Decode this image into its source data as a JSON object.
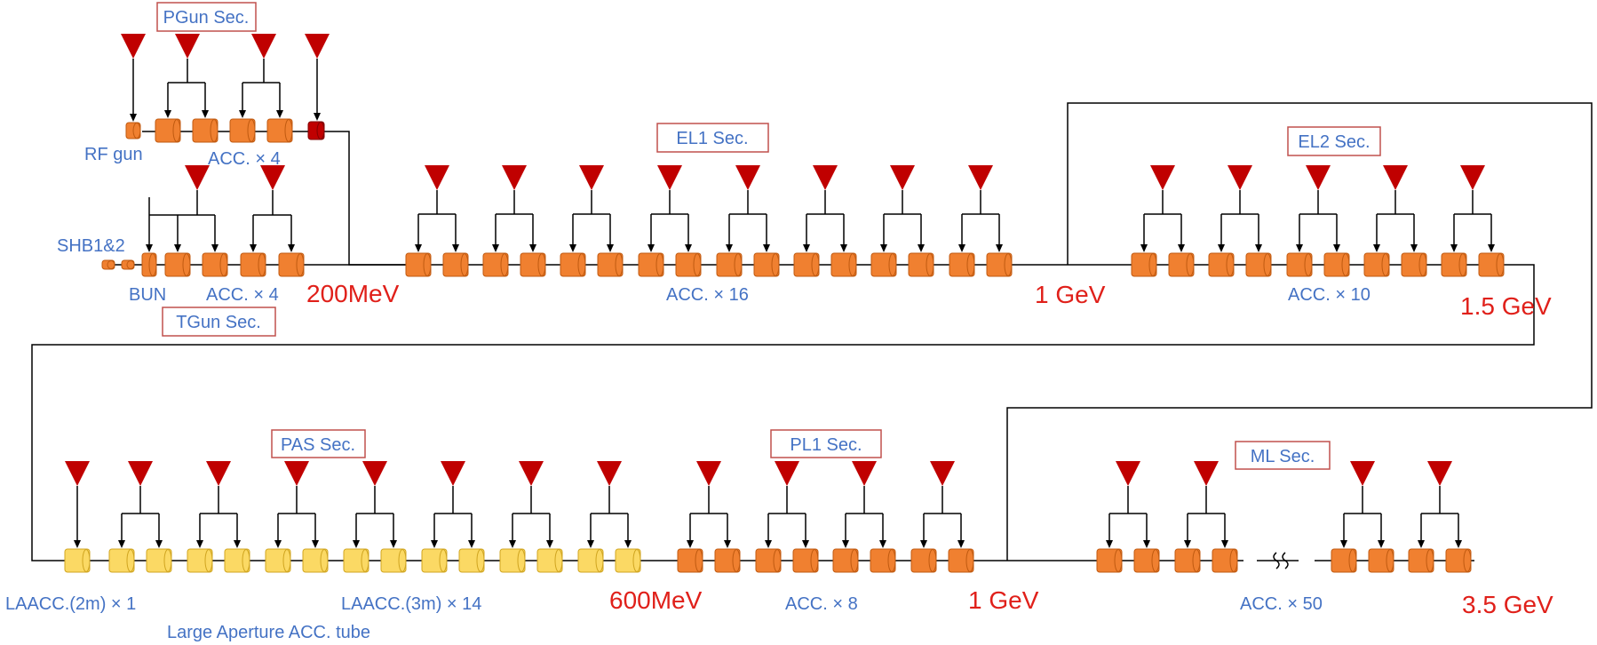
{
  "colors": {
    "klystron": "#c00000",
    "acc_orange": "#f08030",
    "acc_orange_edge": "#c05a10",
    "acc_yellow": "#fbd964",
    "acc_yellow_edge": "#d0a520",
    "buncher_dark_red": "#c00000",
    "label_blue": "#4472c4",
    "energy_red": "#e0201a",
    "section_border": "#c0504d",
    "line": "#000000"
  },
  "sections": {
    "pgun": "PGun Sec.",
    "el1": "EL1 Sec.",
    "el2": "EL2 Sec.",
    "tgun": "TGun Sec.",
    "pas": "PAS Sec.",
    "pl1": "PL1 Sec.",
    "ml": "ML Sec."
  },
  "labels": {
    "rf_gun": "RF gun",
    "pgun_acc": "ACC. × 4",
    "shb": "SHB1&2",
    "bun": "BUN",
    "tgun_acc": "ACC. × 4",
    "el1_acc": "ACC. × 16",
    "el2_acc": "ACC. × 10",
    "laacc2": "LAACC.(2m) × 1",
    "laacc3": "LAACC.(3m) × 14",
    "large_aperture": "Large Aperture ACC. tube",
    "pl1_acc": "ACC. × 8",
    "ml_acc": "ACC. × 50"
  },
  "energies": {
    "e_200mev": "200MeV",
    "e_1gev_top": "1 GeV",
    "e_1_5gev": "1.5 GeV",
    "e_600mev": "600MeV",
    "e_1gev_bottom": "1 GeV",
    "e_3_5gev": "3.5 GeV"
  }
}
